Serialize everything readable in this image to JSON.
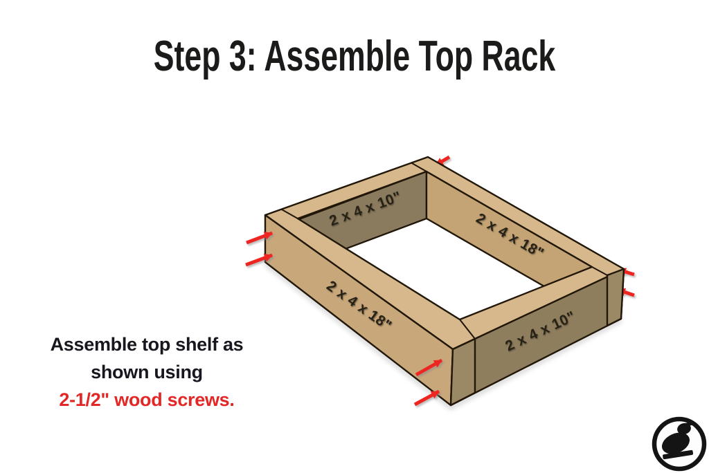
{
  "page": {
    "title": "Step 3: Assemble Top Rack"
  },
  "instructions": {
    "line1": "Assemble top shelf as",
    "line2": "shown using",
    "line3_highlight": "2-1/2\" wood screws."
  },
  "diagram": {
    "board_labels": {
      "back_left": "2 x 4 x 10\"",
      "back_right": "2 x 4 x 18\"",
      "front_left": "2 x 4 x 18\"",
      "front_right": "2 x 4 x 10\""
    },
    "screw_arrow_count": 7,
    "colors": {
      "wood_top": "#d7b88c",
      "wood_side_light": "#c8a77a",
      "wood_side_lighter": "#cead80",
      "wood_inner_light": "#c4a375",
      "wood_inner_dark": "#8a7a5e",
      "wood_side_dark": "#8f7e5e",
      "wood_end_grain": "#9b8864",
      "outline": "#211709",
      "arrow_red": "#ee2823",
      "text_dark": "#17171f",
      "text_red": "#e22726",
      "title_color": "#1b1b19"
    }
  },
  "logo": {
    "name": "woodworker-badge"
  }
}
